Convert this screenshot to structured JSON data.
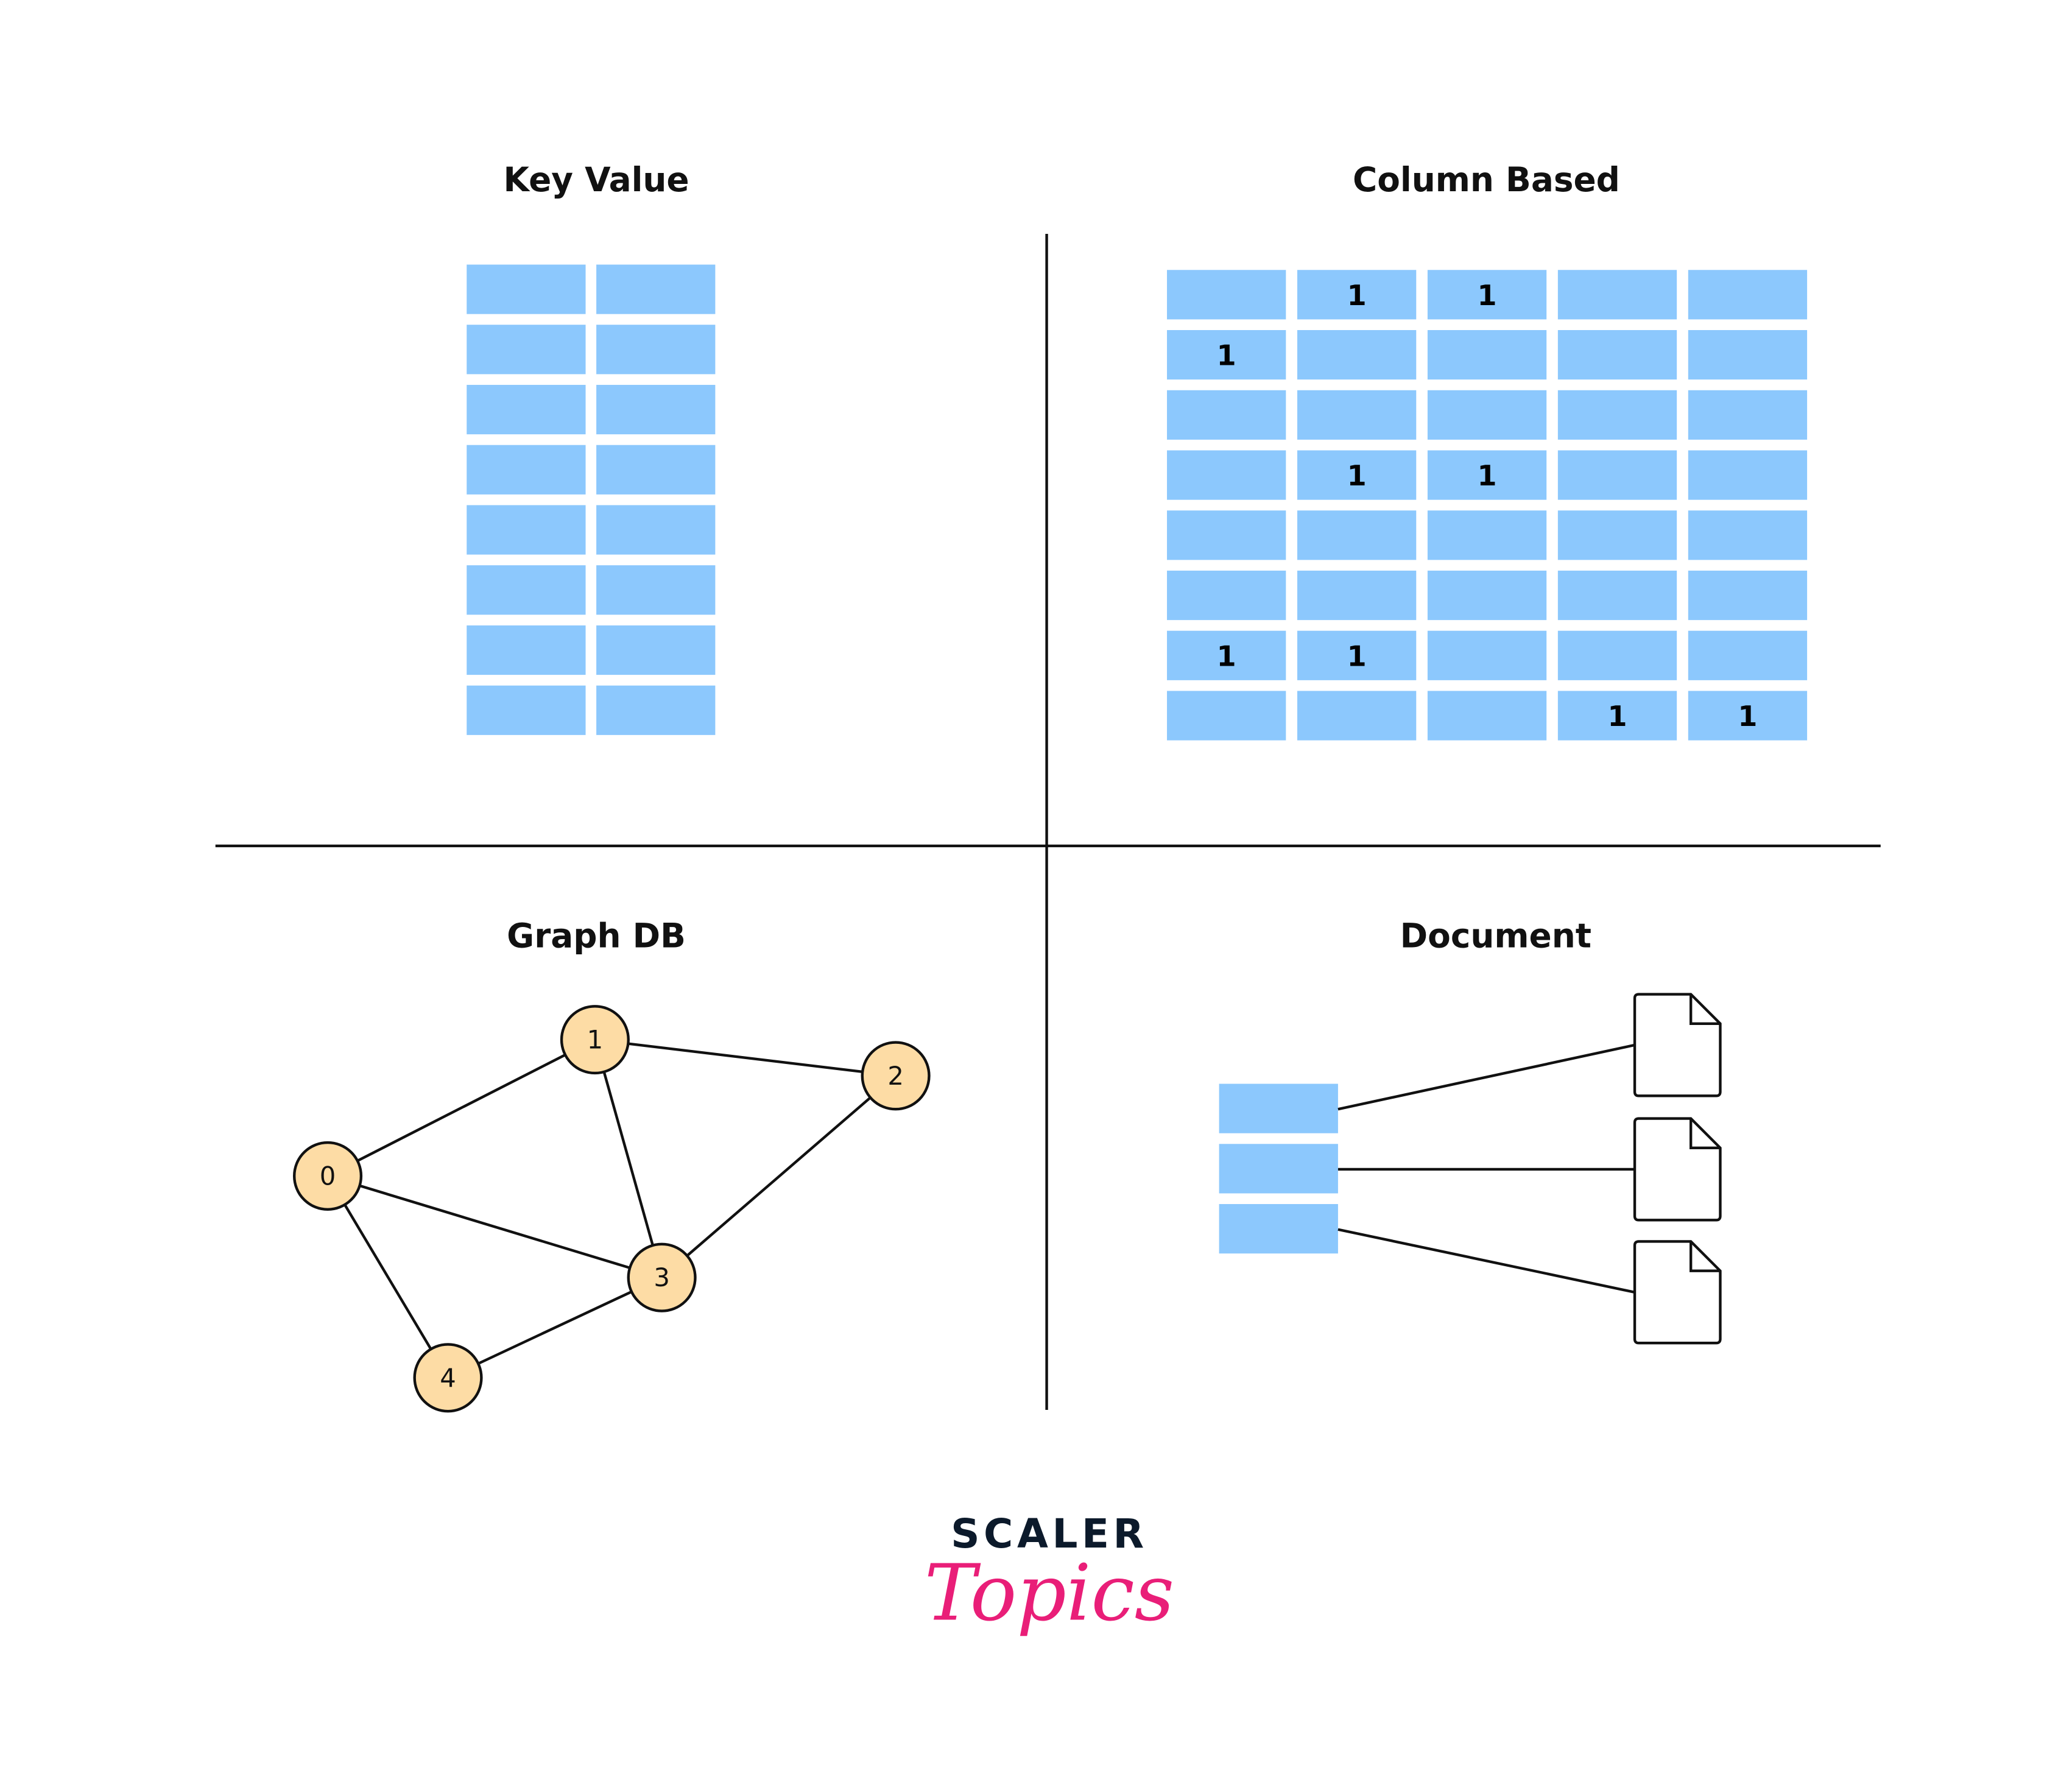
{
  "quadrants": {
    "key_value": {
      "title": "Key Value",
      "rows": 8,
      "cols": 2
    },
    "column_based": {
      "title": "Column Based",
      "matrix": [
        [
          "",
          "1",
          "1",
          "",
          ""
        ],
        [
          "1",
          "",
          "",
          "",
          ""
        ],
        [
          "",
          "",
          "",
          "",
          ""
        ],
        [
          "",
          "1",
          "1",
          "",
          ""
        ],
        [
          "",
          "",
          "",
          "",
          ""
        ],
        [
          "",
          "",
          "",
          "",
          ""
        ],
        [
          "1",
          "1",
          "",
          "",
          ""
        ],
        [
          "",
          "",
          "",
          "1",
          "1"
        ]
      ]
    },
    "graph_db": {
      "title": "Graph DB",
      "nodes": [
        "0",
        "1",
        "2",
        "3",
        "4"
      ],
      "edges": [
        [
          "0",
          "1"
        ],
        [
          "1",
          "2"
        ],
        [
          "1",
          "3"
        ],
        [
          "0",
          "3"
        ],
        [
          "2",
          "3"
        ],
        [
          "0",
          "4"
        ],
        [
          "4",
          "3"
        ]
      ]
    },
    "document": {
      "title": "Document",
      "records": 3,
      "documents": 3
    }
  },
  "colors": {
    "cell": "#8cc8fd",
    "node": "#fddca5",
    "line": "#111111",
    "logo_dark": "#0c1a2b",
    "logo_pink": "#e91e78"
  },
  "logo": {
    "line1": "SCALER",
    "line2": "Topics"
  }
}
